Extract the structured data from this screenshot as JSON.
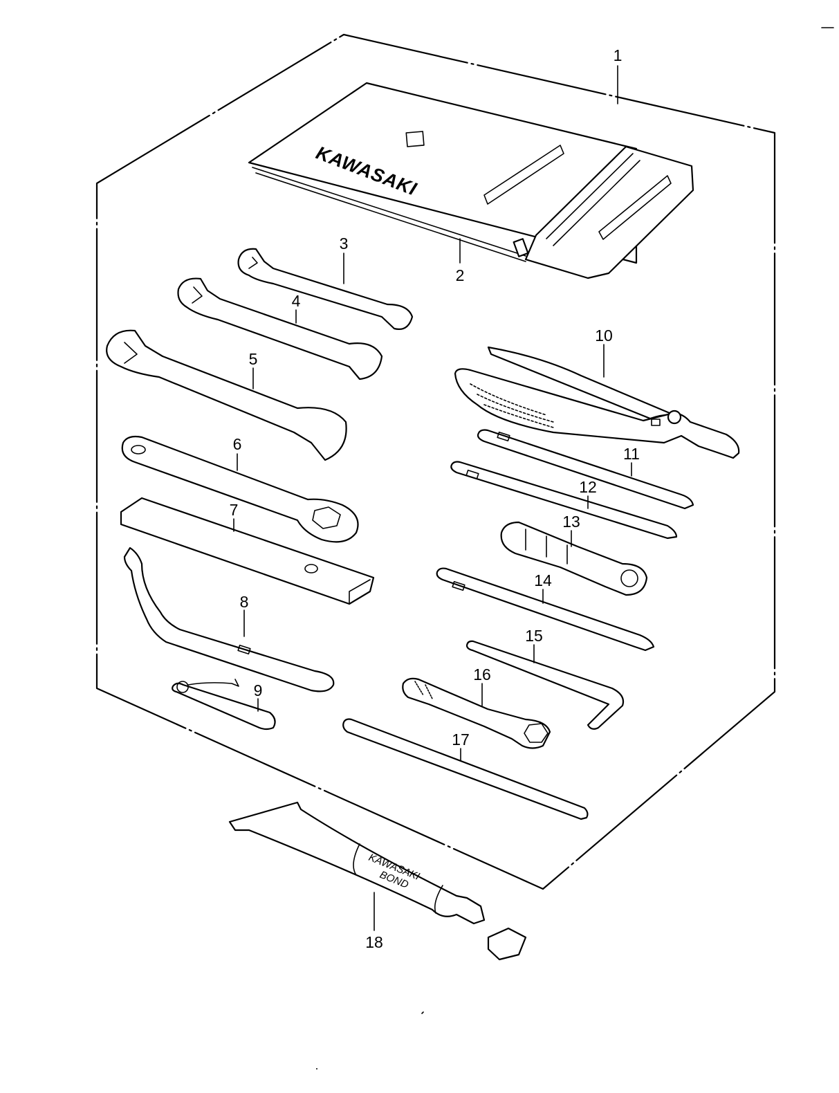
{
  "callouts": [
    "1",
    "2",
    "3",
    "4",
    "5",
    "6",
    "7",
    "8",
    "9",
    "10",
    "11",
    "12",
    "13",
    "14",
    "15",
    "16",
    "17",
    "18"
  ],
  "bag_brand": "KAWASAKI",
  "tube_label": [
    "KAWASAKI",
    "BOND"
  ]
}
